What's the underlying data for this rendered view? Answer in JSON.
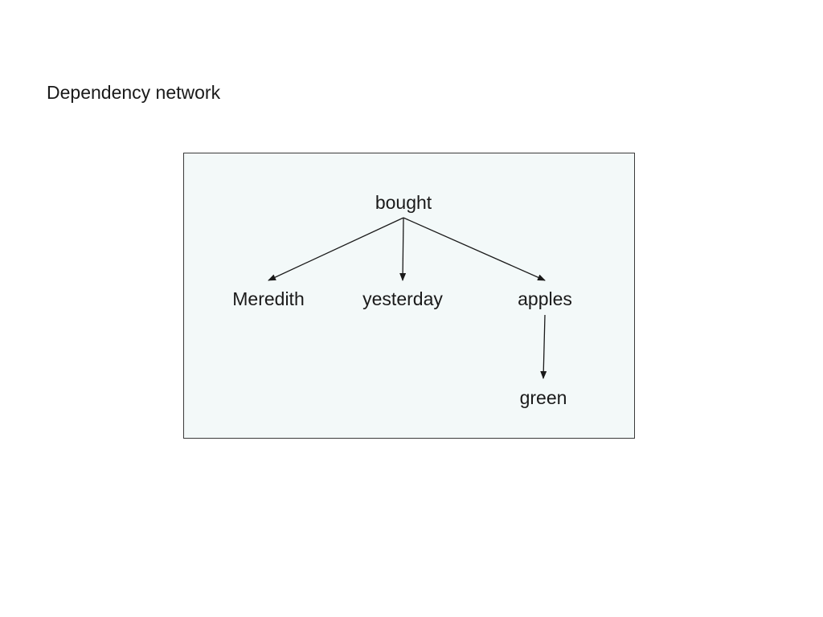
{
  "title": "Dependency network",
  "nodes": [
    {
      "id": "bought",
      "label": "bought"
    },
    {
      "id": "meredith",
      "label": "Meredith"
    },
    {
      "id": "yesterday",
      "label": "yesterday"
    },
    {
      "id": "apples",
      "label": "apples"
    },
    {
      "id": "green",
      "label": "green"
    }
  ],
  "edges": [
    {
      "from": "bought",
      "to": "meredith"
    },
    {
      "from": "bought",
      "to": "yesterday"
    },
    {
      "from": "bought",
      "to": "apples"
    },
    {
      "from": "apples",
      "to": "green"
    }
  ],
  "colors": {
    "box_background": "#f3f9f9",
    "line": "#1a1a1a"
  }
}
